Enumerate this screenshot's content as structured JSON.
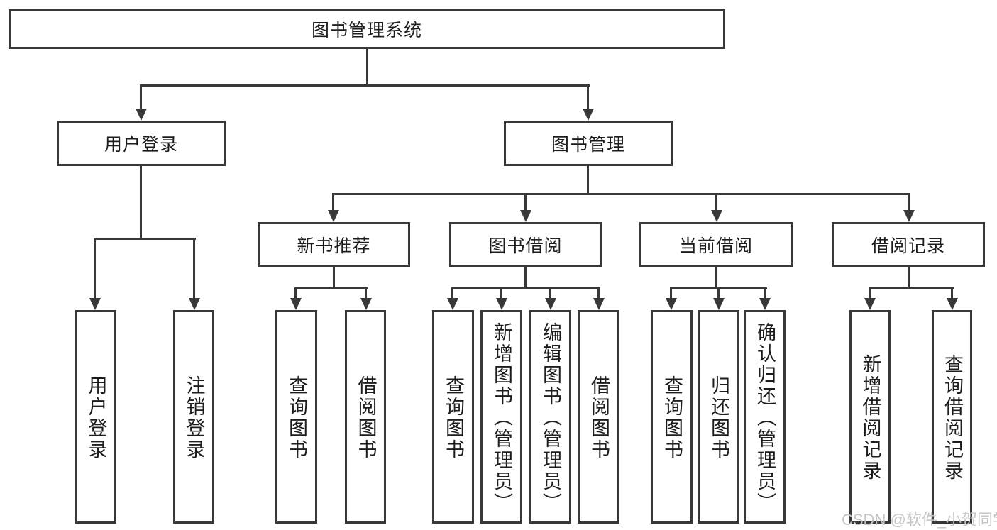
{
  "diagram": {
    "type": "tree",
    "title": "图书管理系统",
    "colors": {
      "line": "#383838",
      "text": "#1d1d1d",
      "background": "#ffffff",
      "watermark": "#c8c4c4"
    },
    "nodes": {
      "root": "图书管理系统",
      "user_login": "用户登录",
      "book_mgmt": "图书管理",
      "new_book_rec": "新书推荐",
      "book_borrow": "图书借阅",
      "current_borrow": "当前借阅",
      "borrow_records": "借阅记录",
      "leaf_user_login": "用户登录",
      "leaf_logout": "注销登录",
      "leaf_query_book_rec": "查询图书",
      "leaf_borrow_book_rec": "借阅图书",
      "leaf_query_book_borrow": "查询图书",
      "leaf_add_book_admin": "新增图书（管理员）",
      "leaf_edit_book_admin": "编辑图书（管理员）",
      "leaf_borrow_book": "借阅图书",
      "leaf_query_book_current": "查询图书",
      "leaf_return_book": "归还图书",
      "leaf_confirm_return_admin": "确认归还（管理员）",
      "leaf_add_borrow_record": "新增借阅记录",
      "leaf_query_borrow_record": "查询借阅记录"
    },
    "edges": [
      "root->user_login",
      "root->book_mgmt",
      "user_login->leaf_user_login",
      "user_login->leaf_logout",
      "book_mgmt->new_book_rec",
      "book_mgmt->book_borrow",
      "book_mgmt->current_borrow",
      "book_mgmt->borrow_records",
      "new_book_rec->leaf_query_book_rec",
      "new_book_rec->leaf_borrow_book_rec",
      "book_borrow->leaf_query_book_borrow",
      "book_borrow->leaf_add_book_admin",
      "book_borrow->leaf_edit_book_admin",
      "book_borrow->leaf_borrow_book",
      "current_borrow->leaf_query_book_current",
      "current_borrow->leaf_return_book",
      "current_borrow->leaf_confirm_return_admin",
      "borrow_records->leaf_add_borrow_record",
      "borrow_records->leaf_query_borrow_record"
    ],
    "watermark": "CSDN @软件_小贺同学"
  }
}
